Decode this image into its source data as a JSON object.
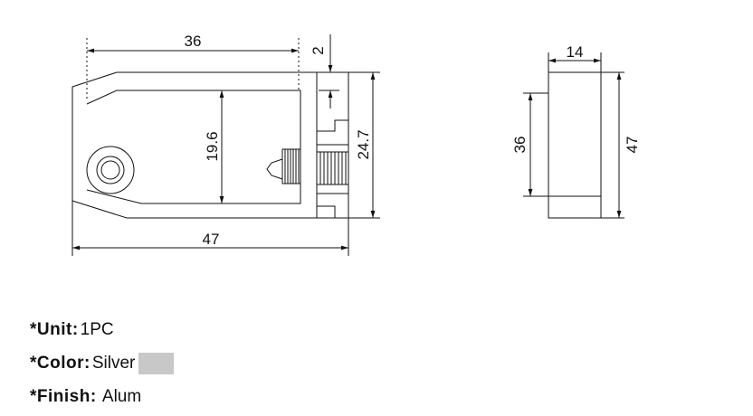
{
  "dimensions": {
    "side_width_top": "36",
    "gap_top": "2",
    "inner_height": "19.6",
    "outer_height": "24.7",
    "overall_width": "47",
    "front_width": "14",
    "front_inner_height": "36",
    "front_height": "47"
  },
  "specs": [
    {
      "key": "*Unit:",
      "value": "1PC"
    },
    {
      "key": "*Color:",
      "value": "Silver",
      "swatch": "#c8c8c8"
    },
    {
      "key": "*Finish:",
      "value": " Alum"
    }
  ]
}
